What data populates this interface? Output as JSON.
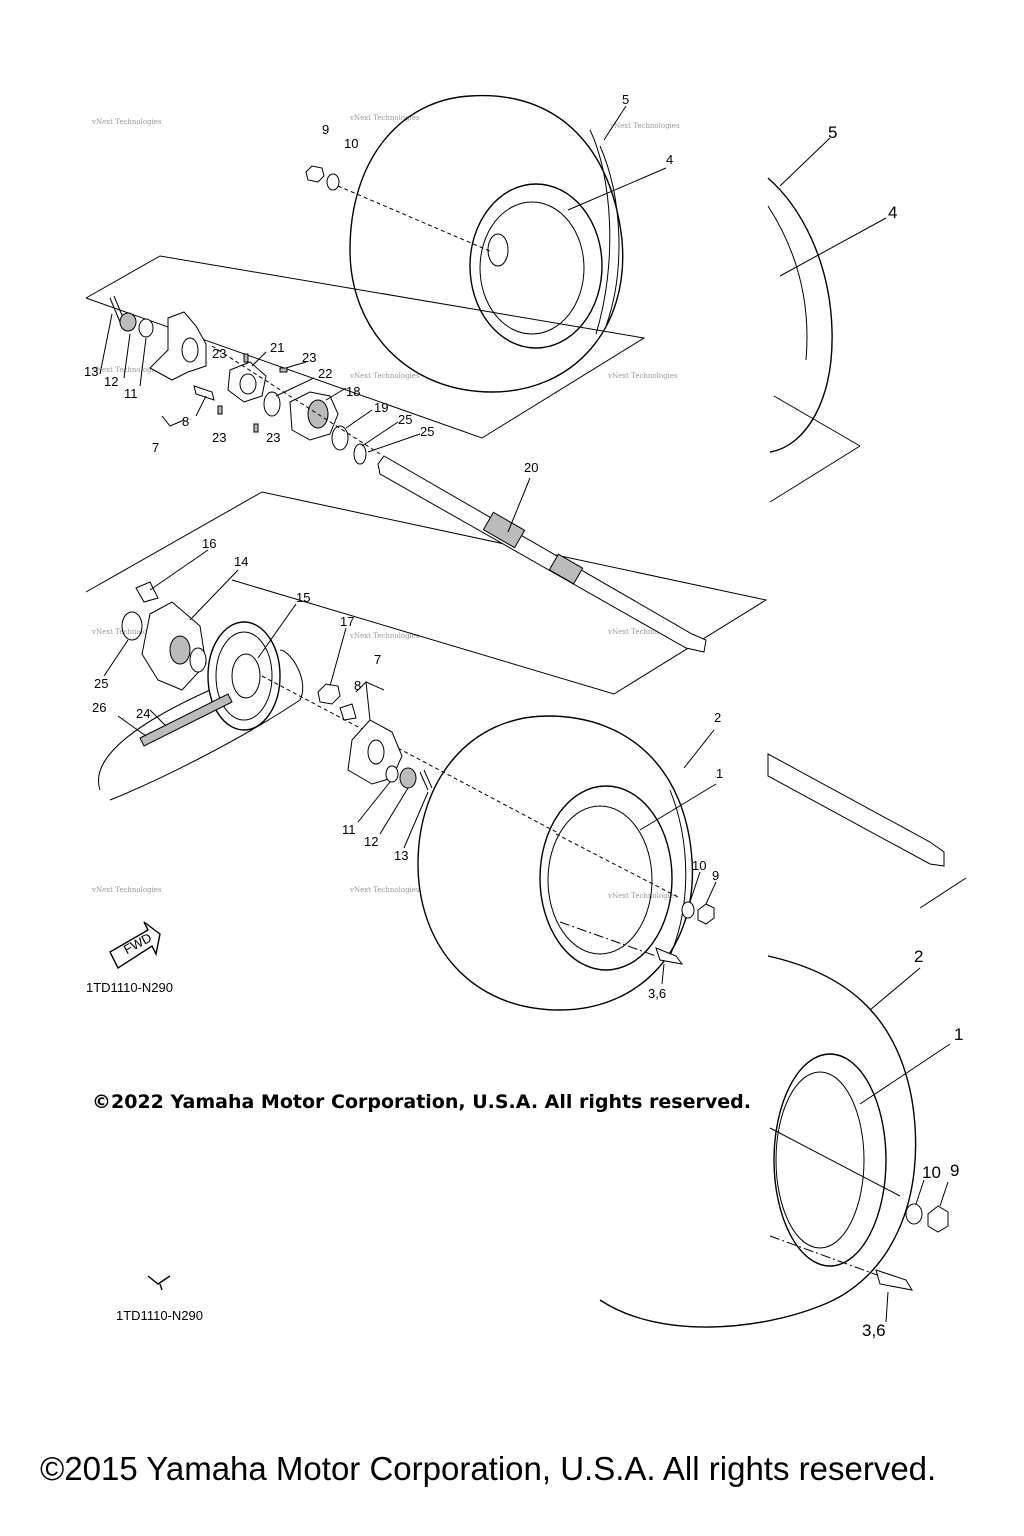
{
  "watermark_text": "vNext Technologies",
  "diagram_code": "1TD1110-N290",
  "fwd_label": "FWD",
  "copyright_2022": "©2022 Yamaha Motor Corporation, U.S.A. All rights reserved.",
  "copyright_2015": "©2015 Yamaha Motor Corporation, U.S.A. All rights reserved.",
  "callouts": {
    "n1": "1",
    "n2": "2",
    "n3_6": "3,6",
    "n4": "4",
    "n5": "5",
    "n7": "7",
    "n8": "8",
    "n9": "9",
    "n10": "10",
    "n11": "11",
    "n12": "12",
    "n13": "13",
    "n14": "14",
    "n15": "15",
    "n16": "16",
    "n17": "17",
    "n18": "18",
    "n19": "19",
    "n20": "20",
    "n21": "21",
    "n22": "22",
    "n23": "23",
    "n24": "24",
    "n25": "25",
    "n26": "26"
  }
}
